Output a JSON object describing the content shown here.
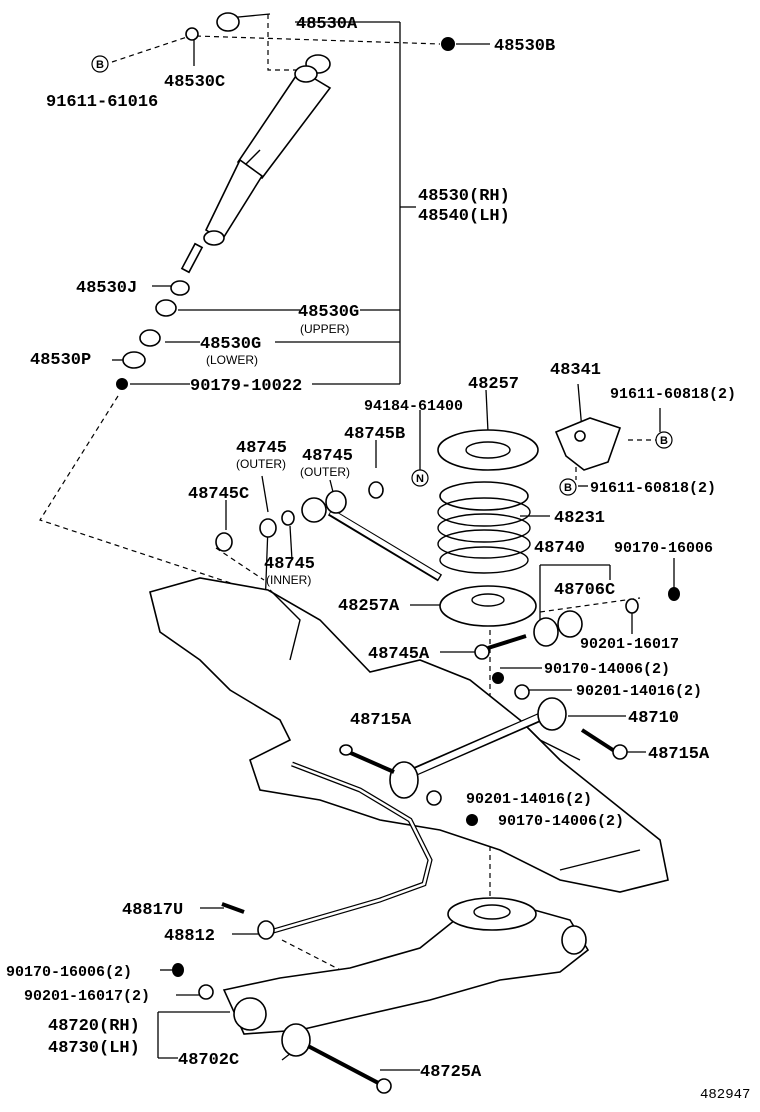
{
  "labels": {
    "l_48530A": "48530A",
    "l_48530B": "48530B",
    "l_48530C": "48530C",
    "l_91611_61016": "91611-61016",
    "l_48530_rh": "48530(RH)",
    "l_48540_lh": "48540(LH)",
    "l_48530J": "48530J",
    "l_48530G_upper": "48530G",
    "n_upper": "(UPPER)",
    "l_48530G_lower": "48530G",
    "n_lower": "(LOWER)",
    "l_48530P": "48530P",
    "l_90179_10022": "90179-10022",
    "l_48257": "48257",
    "l_48341": "48341",
    "l_91611_60818_a": "91611-60818(2)",
    "l_94184_61400": "94184-61400",
    "l_48745B": "48745B",
    "l_48745_outer1": "48745",
    "n_outer1": "(OUTER)",
    "l_48745_outer2": "48745",
    "n_outer2": "(OUTER)",
    "l_48745C": "48745C",
    "l_48745_inner": "48745",
    "n_inner": "(INNER)",
    "l_91611_60818_b": "91611-60818(2)",
    "l_48231": "48231",
    "l_48740": "48740",
    "l_90170_16006": "90170-16006",
    "l_48706C": "48706C",
    "l_48257A": "48257A",
    "l_90201_16017": "90201-16017",
    "l_48745A": "48745A",
    "l_90170_14006_a": "90170-14006(2)",
    "l_90201_14016_a": "90201-14016(2)",
    "l_48715A_top": "48715A",
    "l_48710": "48710",
    "l_48715A_right": "48715A",
    "l_90201_14016_b": "90201-14016(2)",
    "l_90170_14006_b": "90170-14006(2)",
    "l_48817U": "48817U",
    "l_48812": "48812",
    "l_90170_16006_2": "90170-16006(2)",
    "l_90201_16017_2": "90201-16017(2)",
    "l_48720_rh": "48720(RH)",
    "l_48730_lh": "48730(LH)",
    "l_48702C": "48702C",
    "l_48725A": "48725A"
  },
  "badges": {
    "b1": "B",
    "b2": "B",
    "b3": "B",
    "n1": "N"
  },
  "figure_number": "482947"
}
